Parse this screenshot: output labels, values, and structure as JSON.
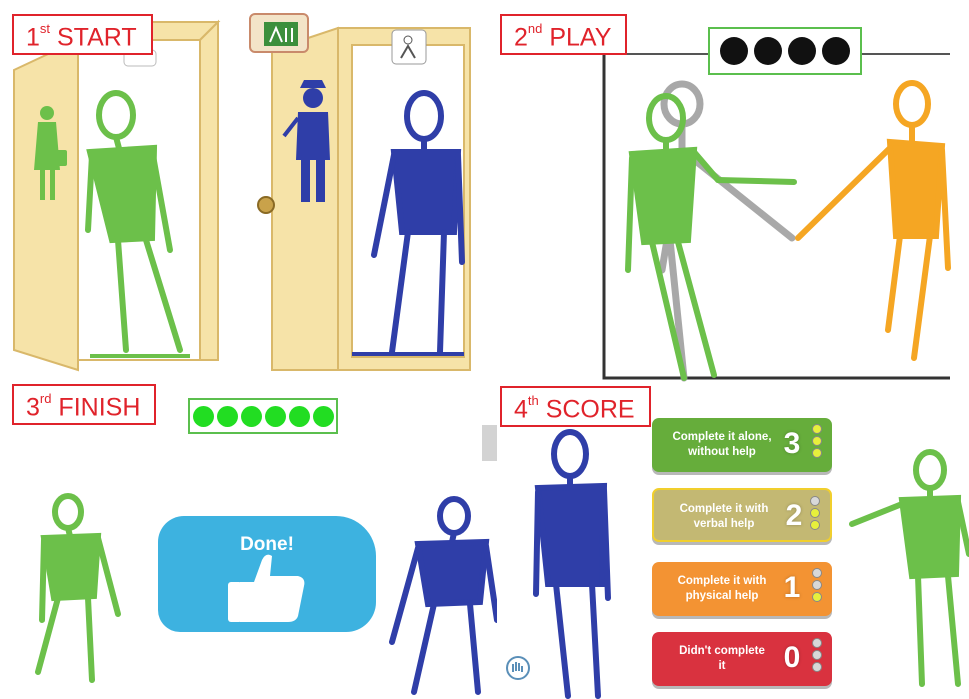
{
  "panels": [
    {
      "label": {
        "ordinal": "1",
        "suffix": "st",
        "word": "START"
      }
    },
    {
      "label": {
        "ordinal": "2",
        "suffix": "nd",
        "word": "PLAY"
      },
      "progress": {
        "dots": 4,
        "color": "#111111"
      }
    },
    {
      "label": {
        "ordinal": "3",
        "suffix": "rd",
        "word": "FINISH"
      },
      "progress": {
        "dots": 6,
        "color": "#22dd22"
      },
      "done_text": "Done!"
    },
    {
      "label": {
        "ordinal": "4",
        "suffix": "th",
        "word": "SCORE"
      }
    }
  ],
  "score_options": [
    {
      "line1": "Complete it alone,",
      "line2": "without help",
      "points": "3",
      "lit": 3,
      "color": "#66ad3b"
    },
    {
      "line1": "Complete it with",
      "line2": "verbal help",
      "points": "2",
      "lit": 2,
      "color": "#c3b873"
    },
    {
      "line1": "Complete it with",
      "line2": "physical help",
      "points": "1",
      "lit": 1,
      "color": "#f39333"
    },
    {
      "line1": "Didn't complete",
      "line2": "it",
      "points": "0",
      "lit": 0,
      "color": "#d9323f"
    }
  ],
  "icons": [
    "restroom-sign-icon",
    "woman-sign-icon",
    "police-officer-icon",
    "thumbs-up-icon",
    "help-hand-icon"
  ],
  "colors": {
    "label_red": "#e0232b",
    "green_figure": "#6cc04a",
    "blue_figure": "#2f3ea8",
    "orange_figure": "#f5a623",
    "door": "#f6e3a8"
  }
}
